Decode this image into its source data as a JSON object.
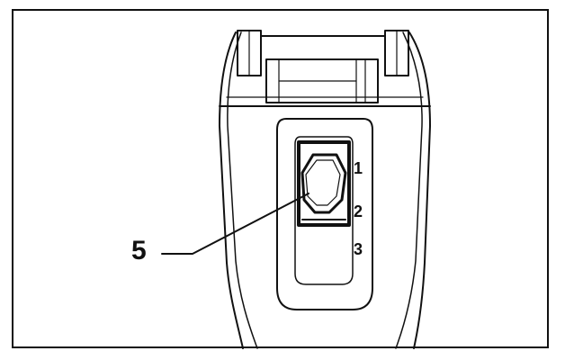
{
  "figure": {
    "callout_label": "5",
    "position_labels": [
      "1",
      "2",
      "3"
    ],
    "colors": {
      "line": "#111111",
      "background": "#ffffff"
    }
  }
}
